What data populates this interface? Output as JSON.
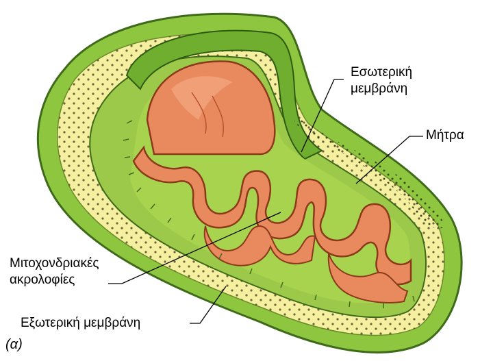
{
  "labels": {
    "inner_membrane_line1": "Εσωτερική",
    "inner_membrane_line2": "μεμβράνη",
    "matrix": "Μήτρα",
    "cristae_line1": "Μιτοχονδριακές",
    "cristae_line2": "ακρολοφίες",
    "outer_membrane": "Εξωτερική μεμβράνη",
    "caption": "(α)"
  },
  "colors": {
    "outer_green": "#8ec63f",
    "light_yellow": "#f4f0a0",
    "membrane_salmon": "#e98a5e",
    "membrane_dark": "#b8522e",
    "matrix_green": "#a8d34e",
    "dots": "#5a4a2a"
  }
}
